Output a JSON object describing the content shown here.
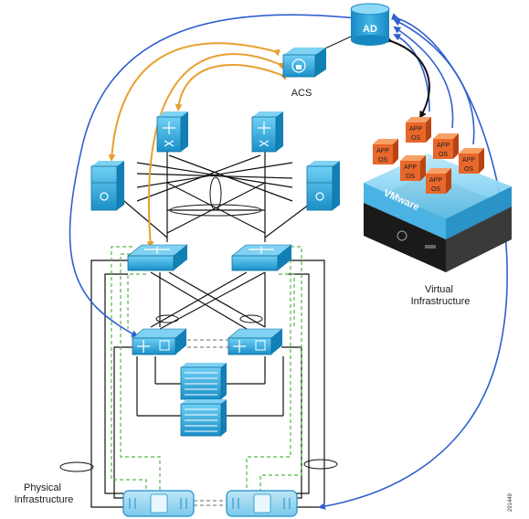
{
  "labels": {
    "ad": "AD",
    "acs": "ACS",
    "virtual_line1": "Virtual",
    "virtual_line2": "Infrastructure",
    "physical_line1": "Physical",
    "physical_line2": "Infrastructure",
    "vmware": "VMware",
    "vm_app": "APP",
    "vm_os": "OS",
    "figure_id": "291449"
  },
  "colors": {
    "device_blue": "#2aa3d8",
    "device_dark": "#0e6f9c",
    "link_black": "#111111",
    "arrow_blue": "#2f5fd0",
    "arrow_orange": "#e8a030",
    "dashed_green": "#55b848",
    "dashed_gray": "#888888",
    "vm_orange": "#e8672a"
  },
  "icons": [
    "database-icon",
    "acs-appliance-icon",
    "core-switch-icon",
    "service-module-icon",
    "aggregation-switch-icon",
    "access-switch-icon",
    "blade-chassis-icon",
    "storage-array-icon",
    "vmware-server-icon",
    "virtual-machine-icon"
  ]
}
